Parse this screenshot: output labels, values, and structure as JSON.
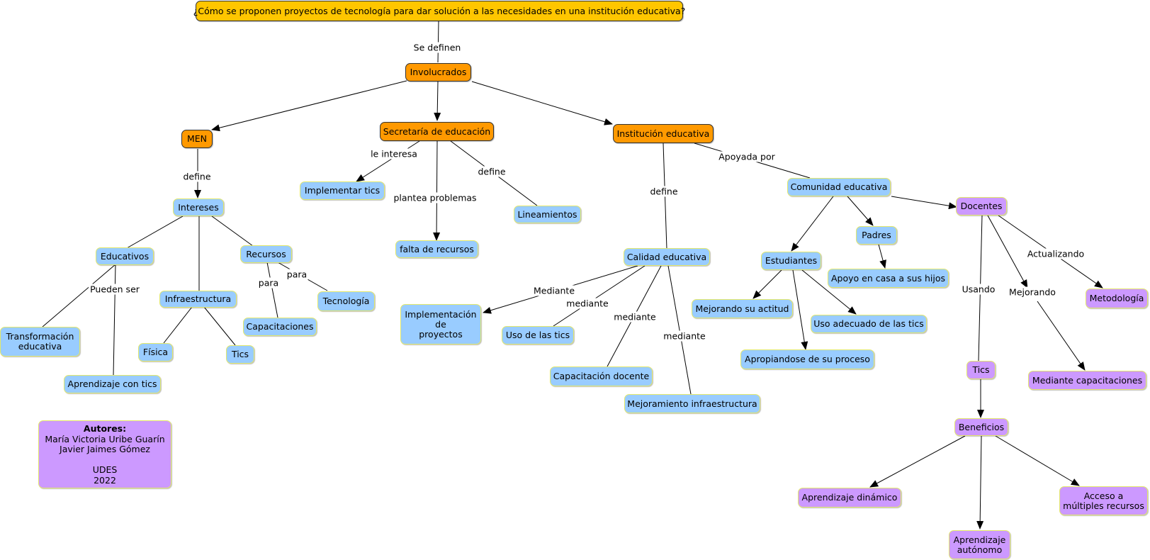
{
  "question": "¿Cómo se proponen proyectos de tecnología para dar solución a las necesidades en una institución educativa?",
  "nodes": {
    "involucrados": "Involucrados",
    "men": "MEN",
    "secretaria": "Secretaría de educación",
    "institucion": "Institución educativa",
    "intereses": "Intereses",
    "implementar_tics": "Implementar tics",
    "lineamientos": "Lineamientos",
    "falta_recursos": "falta de recursos",
    "educativos": "Educativos",
    "recursos": "Recursos",
    "infraestructura": "Infraestructura",
    "tecnologia": "Tecnología",
    "capacitaciones": "Capacitaciones",
    "transformacion": "Transformación\neducativa",
    "aprendizaje_tics": "Aprendizaje con tics",
    "fisica": "Física",
    "tics_infra": "Tics",
    "calidad": "Calidad educativa",
    "implementacion_proyectos": "Implementación\nde\nproyectos",
    "uso_tics": "Uso de las tics",
    "capacitacion_docente": "Capacitación docente",
    "mejoramiento_infra": "Mejoramiento infraestructura",
    "comunidad": "Comunidad educativa",
    "estudiantes": "Estudiantes",
    "padres": "Padres",
    "apoyo_casa": "Apoyo en casa a sus hijos",
    "mejorando_actitud": "Mejorando su actitud",
    "uso_adecuado": "Uso adecuado de las tics",
    "apropiandose": "Apropiandose de su proceso",
    "docentes": "Docentes",
    "metodologia": "Metodología",
    "mediante_capacitaciones": "Mediante capacitaciones",
    "tics_docentes": "Tics",
    "beneficios": "Beneficios",
    "aprendizaje_dinamico": "Aprendizaje dinámico",
    "acceso_recursos": "Acceso a\nmúltiples recursos",
    "aprendizaje_autonomo": "Aprendizaje\nautónomo"
  },
  "labels": {
    "se_definen": "Se definen",
    "define_men": "define",
    "le_interesa": "le interesa",
    "plantea_problemas": "plantea problemas",
    "define_secretaria": "define",
    "define_institucion": "define",
    "apoyada_por": "Apoyada por",
    "pueden_ser": "Pueden ser",
    "para_1": "para",
    "para_2": "para",
    "mediante_1": "Mediante",
    "mediante_2": "mediante",
    "mediante_3": "mediante",
    "mediante_4": "mediante",
    "usando": "Usando",
    "mejorando": "Mejorando",
    "actualizando": "Actualizando"
  },
  "authors": {
    "heading": "Autores:",
    "name1": "María Victoria Uribe Guarín",
    "name2": "Javier Jaimes Gómez",
    "blank": "",
    "university": "UDES",
    "year": "2022"
  },
  "colors": {
    "question_fill": "#ffc600",
    "orange_fill": "#ff9900",
    "blue_fill": "#99ccff",
    "purple_fill": "#cc99ff",
    "node_border": "#e3e86a",
    "line": "#000000"
  }
}
